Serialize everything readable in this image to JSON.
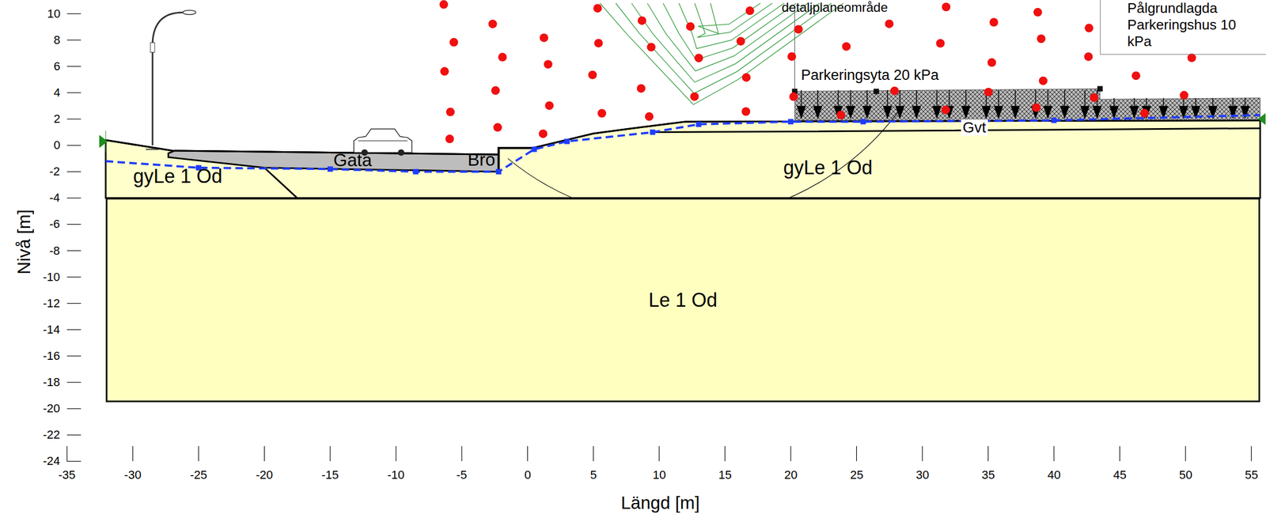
{
  "diagram": {
    "nodes": [
      {
        "text": [
          "Pålgrundlagda Parkeringshus 10 kPa"
        ]
      },
      {
        "text": [
          "Le 1 Od"
        ]
      }
    ],
    "labels": [
      "10",
      "8",
      "6",
      "4",
      "2",
      "0",
      "-2",
      "-4",
      "-6",
      "-8",
      "-10",
      "-12",
      "-14",
      "-16",
      "-18",
      "-20",
      "-22",
      "-24",
      "-35",
      "-30",
      "-25",
      "-20",
      "-15",
      "-10",
      "-5",
      "0",
      "5",
      "10",
      "15",
      "20",
      "25",
      "30",
      "35",
      "40",
      "45",
      "50",
      "55",
      "Nivå [m]",
      "Längd [m]",
      "gyLe 1 Od",
      "gyLe 1 Od",
      "Gata",
      "Bro",
      "Gvt",
      "Parkeringsyta 20 kPa",
      "detaljplaneområde"
    ]
  }
}
